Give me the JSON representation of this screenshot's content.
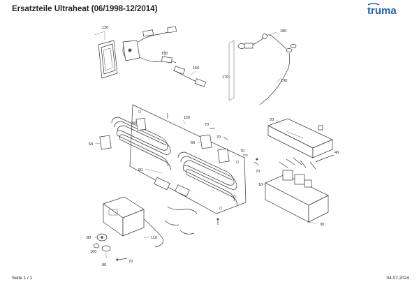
{
  "header": {
    "title": "Ersatzteile Ultraheat (06/1998-12/2014)",
    "logo_text": "truma"
  },
  "footer": {
    "page": "Seite 1 / 1",
    "date": "04.07.2024"
  },
  "callouts": {
    "c130": "130",
    "c150": "150",
    "c160": "160",
    "c170": "170",
    "c180": "180",
    "c190": "190",
    "c120": "120",
    "c60a": "60",
    "c60b": "60",
    "c60c": "60",
    "c70a": "70",
    "c70b": "70",
    "c70c": "70",
    "c70d": "70",
    "c70e": "70",
    "c20": "20",
    "c40": "40",
    "c10": "10",
    "c50": "50",
    "c30": "30",
    "c110": "110",
    "c80": "80",
    "c100": "100",
    "c90": "90"
  }
}
